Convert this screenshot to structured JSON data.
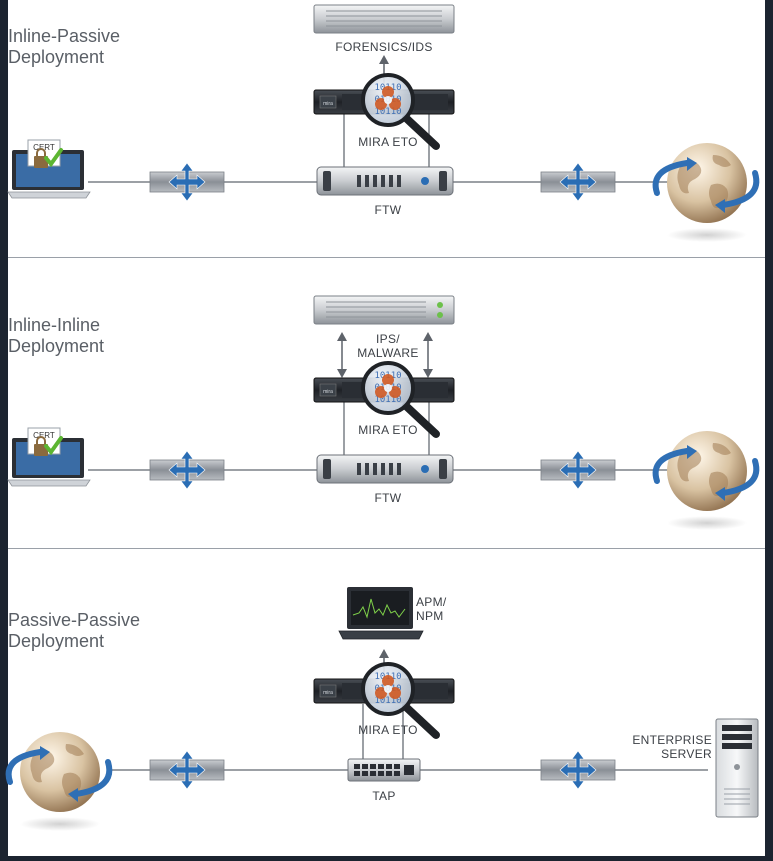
{
  "sections": [
    {
      "title_line1": "Inline-Passive",
      "title_line2": "Deployment",
      "top_device_label": "FORENSICS/IDS",
      "analyzer_label": "MIRA ETO",
      "inline_device_label": "FTW"
    },
    {
      "title_line1": "Inline-Inline",
      "title_line2": "Deployment",
      "top_device_label_line1": "IPS/",
      "top_device_label_line2": "MALWARE",
      "analyzer_label": "MIRA ETO",
      "inline_device_label": "FTW"
    },
    {
      "title_line1": "Passive-Passive",
      "title_line2": "Deployment",
      "top_device_label_line1": "APM/",
      "top_device_label_line2": "NPM",
      "analyzer_label": "MIRA ETO",
      "inline_device_label": "TAP",
      "server_label_line1": "ENTERPRISE",
      "server_label_line2": "SERVER"
    }
  ],
  "cert_label": "CERT",
  "device_badge": "mira",
  "binary_text": [
    "10110",
    "01010",
    "10110"
  ]
}
